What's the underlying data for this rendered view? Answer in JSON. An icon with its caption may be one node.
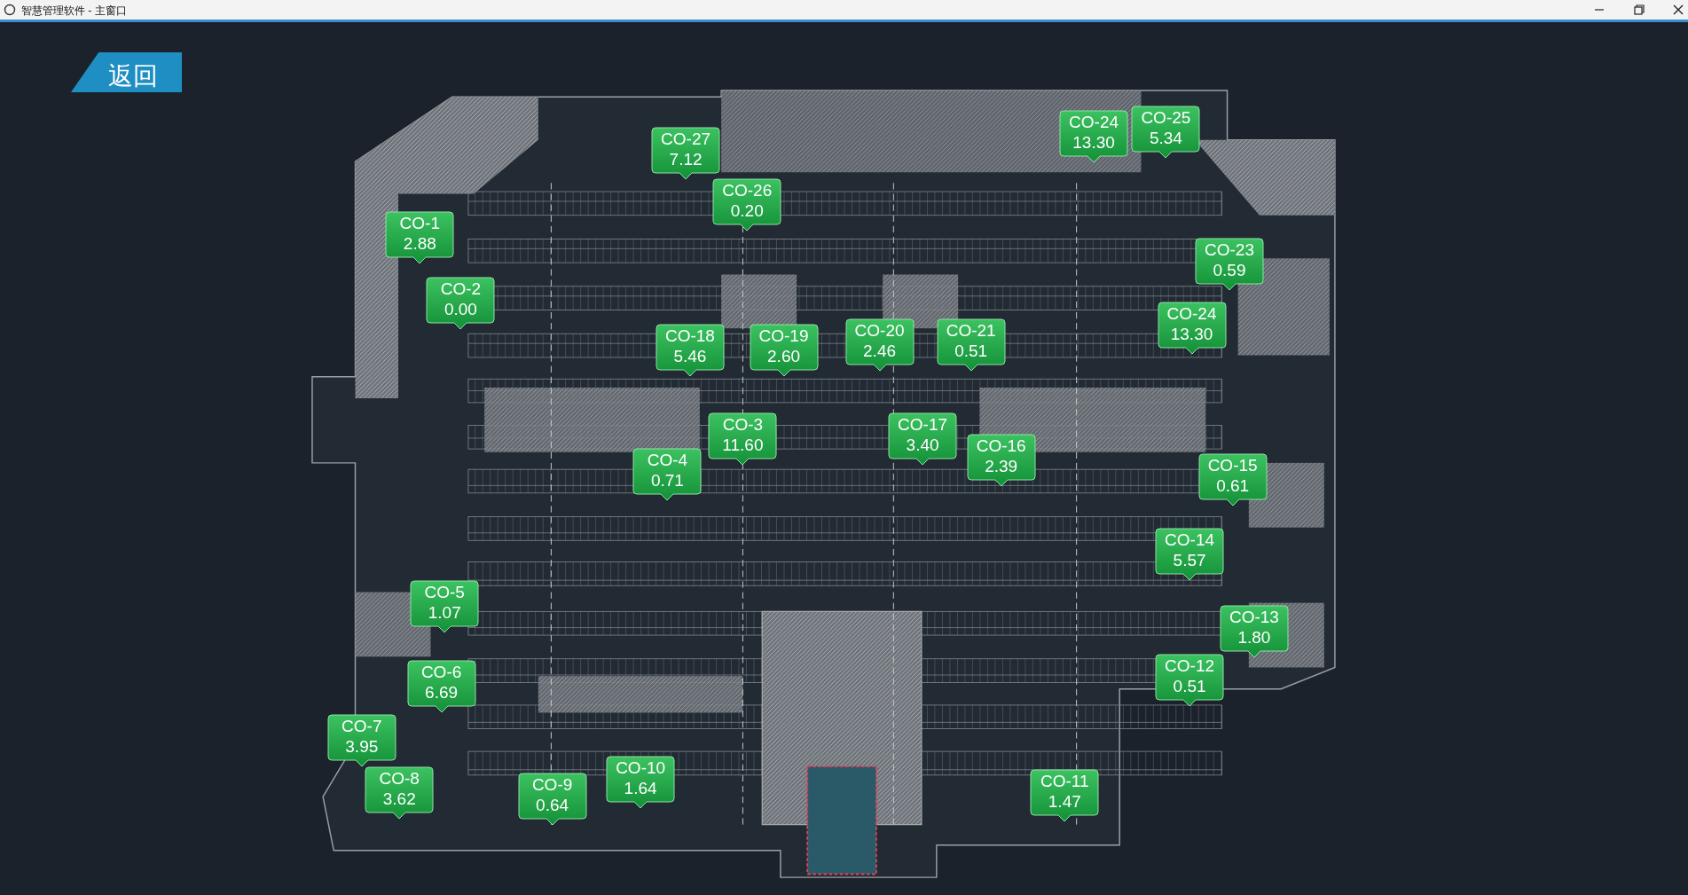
{
  "diagram": {
    "title": "智慧管理软件 - 主窗口",
    "nodes": [
      {
        "text": [
          "返回"
        ]
      },
      {
        "text": [
          "CO-24",
          "13.30"
        ]
      },
      {
        "text": [
          "CO-25",
          "5.34"
        ]
      },
      {
        "text": [
          "CO-27",
          "7.12"
        ]
      },
      {
        "text": [
          "CO-26",
          "0.20"
        ]
      },
      {
        "text": [
          "CO-1",
          "2.88"
        ]
      },
      {
        "text": [
          "CO-23",
          "0.59"
        ]
      },
      {
        "text": [
          "CO-2",
          "0.00"
        ]
      },
      {
        "text": [
          "CO-24",
          "13.30"
        ]
      },
      {
        "text": [
          "CO-18",
          "5.46"
        ]
      },
      {
        "text": [
          "CO-19",
          "2.60"
        ]
      },
      {
        "text": [
          "CO-20",
          "2.46"
        ]
      },
      {
        "text": [
          "CO-21",
          "0.51"
        ]
      },
      {
        "text": [
          "CO-3",
          "11.60"
        ]
      },
      {
        "text": [
          "CO-17",
          "3.40"
        ]
      },
      {
        "text": [
          "CO-16",
          "2.39"
        ]
      },
      {
        "text": [
          "CO-4",
          "0.71"
        ]
      },
      {
        "text": [
          "CO-15",
          "0.61"
        ]
      },
      {
        "text": [
          "CO-14",
          "5.57"
        ]
      },
      {
        "text": [
          "CO-5",
          "1.07"
        ]
      },
      {
        "text": [
          "CO-13",
          "1.80"
        ]
      },
      {
        "text": [
          "CO-12",
          "0.51"
        ]
      },
      {
        "text": [
          "CO-6",
          "6.69"
        ]
      },
      {
        "text": [
          "CO-7",
          "3.95"
        ]
      },
      {
        "text": [
          "CO-10",
          "1.64"
        ]
      },
      {
        "text": [
          "CO-8",
          "3.62"
        ]
      },
      {
        "text": [
          "CO-9",
          "0.64"
        ]
      },
      {
        "text": [
          "CO-11",
          "1.47"
        ]
      }
    ],
    "edges": []
  }
}
